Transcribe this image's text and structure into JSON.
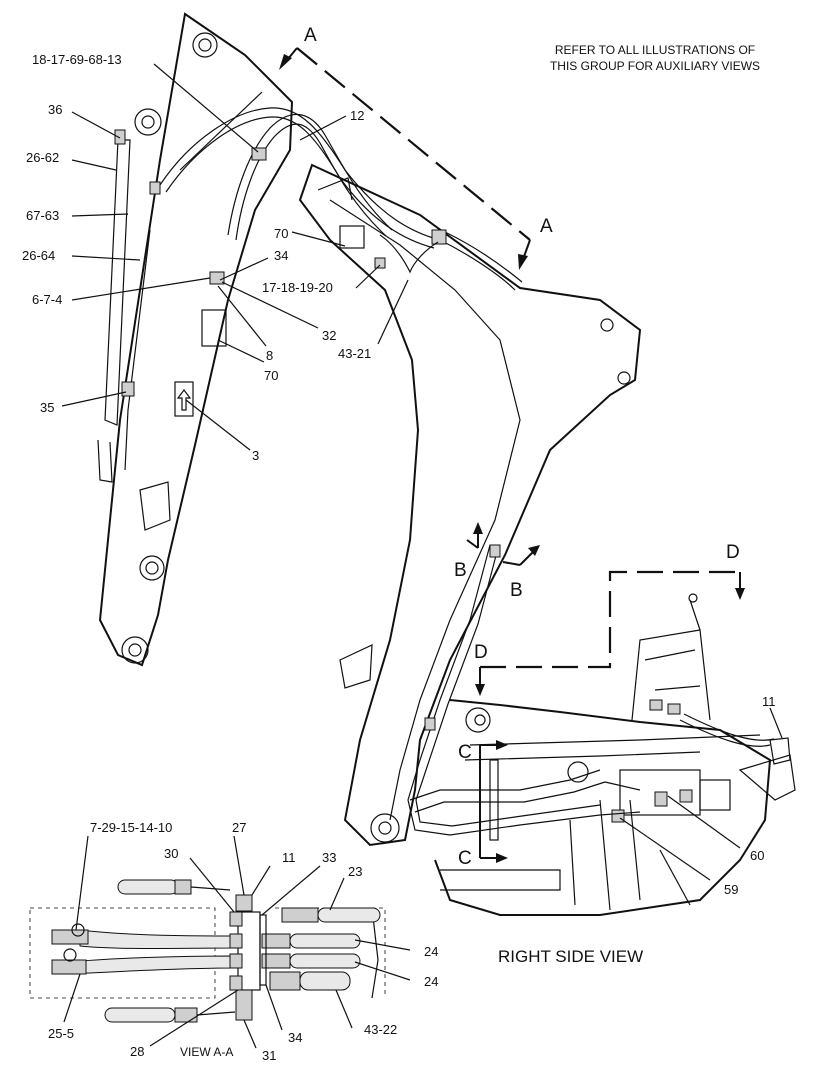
{
  "note": {
    "line1": "REFER TO ALL ILLUSTRATIONS OF",
    "line2": "THIS GROUP FOR AUXILIARY VIEWS"
  },
  "view_title": "RIGHT SIDE VIEW",
  "inset_title": "VIEW A-A",
  "section_marks": {
    "a1": "A",
    "a2": "A",
    "b1": "B",
    "b2": "B",
    "c1": "C",
    "c2": "C",
    "d1": "D",
    "d2": "D"
  },
  "callouts": {
    "c_18_17_69_68_13": "18-17-69-68-13",
    "c_36": "36",
    "c_26_62": "26-62",
    "c_67_63": "67-63",
    "c_26_64": "26-64",
    "c_6_7_4": "6-7-4",
    "c_35": "35",
    "c_12": "12",
    "c_70a": "70",
    "c_34a": "34",
    "c_17_18_19_20": "17-18-19-20",
    "c_32": "32",
    "c_8": "8",
    "c_43_21": "43-21",
    "c_70b": "70",
    "c_3": "3",
    "c_11a": "11",
    "c_60": "60",
    "c_59": "59"
  },
  "inset_callouts": {
    "i_7_29_15_14_10": "7-29-15-14-10",
    "i_27": "27",
    "i_30": "30",
    "i_11": "11",
    "i_33": "33",
    "i_23": "23",
    "i_24a": "24",
    "i_24b": "24",
    "i_25_5": "25-5",
    "i_43_22": "43-22",
    "i_28": "28",
    "i_31": "31",
    "i_34": "34"
  }
}
